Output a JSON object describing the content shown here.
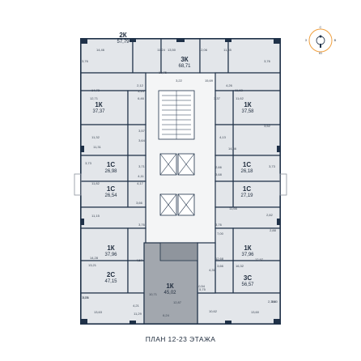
{
  "title": "ПЛАН 12-23 ЭТАЖА",
  "compass": {
    "labels": [
      "С",
      "З",
      "В",
      "Ю"
    ],
    "accent": "#f0a040"
  },
  "colors": {
    "wall": "#1f3148",
    "floor": "#e3e6ea",
    "highlight": "#a2a7ae",
    "corridor": "#f4f5f6"
  },
  "apartments": [
    {
      "type": "2К",
      "area": "57,79"
    },
    {
      "type": "3К",
      "area": "68,71"
    },
    {
      "type": "1К",
      "area": "37,37"
    },
    {
      "type": "1К",
      "area": "37,58"
    },
    {
      "type": "1С",
      "area": "26,18"
    },
    {
      "type": "1С",
      "area": "26,98"
    },
    {
      "type": "1С",
      "area": "26,54"
    },
    {
      "type": "1С",
      "area": "27,19"
    },
    {
      "type": "1К",
      "area": "37,96"
    },
    {
      "type": "1К",
      "area": "37,96"
    },
    {
      "type": "2С",
      "area": "47,15"
    },
    {
      "type": "1К",
      "area": "45,02"
    },
    {
      "type": "3С",
      "area": "56,57"
    }
  ],
  "room_labels": [
    "14,46",
    "11,24",
    "13,50",
    "12,06",
    "11,55",
    "3,76",
    "3,76",
    "10,75",
    "3,22",
    "15,69",
    "14,73",
    "2,12",
    "3,14",
    "4,26",
    "11,63",
    "12,71",
    "3,37",
    "11,62",
    "6,46",
    "3,52",
    "3,57",
    "11,32",
    "3,64",
    "3,73",
    "4,13",
    "14,66",
    "11,31",
    "4,11",
    "3,71",
    "2,66",
    "3,68",
    "3,73",
    "11,82",
    "4,17",
    "3,66",
    "11,15",
    "11,66",
    "3,76",
    "3,76",
    "2,82",
    "2,88",
    "7,00",
    "14,28",
    "4,57",
    "3,66",
    "16,32",
    "12,97",
    "3,76",
    "13,21",
    "2,40",
    "12,68",
    "4,31",
    "10,54",
    "2,380",
    "3,15",
    "13,63",
    "10,71",
    "12,87",
    "5,75",
    "10,62",
    "13,60",
    "4,21",
    "6,24",
    "11,29"
  ]
}
